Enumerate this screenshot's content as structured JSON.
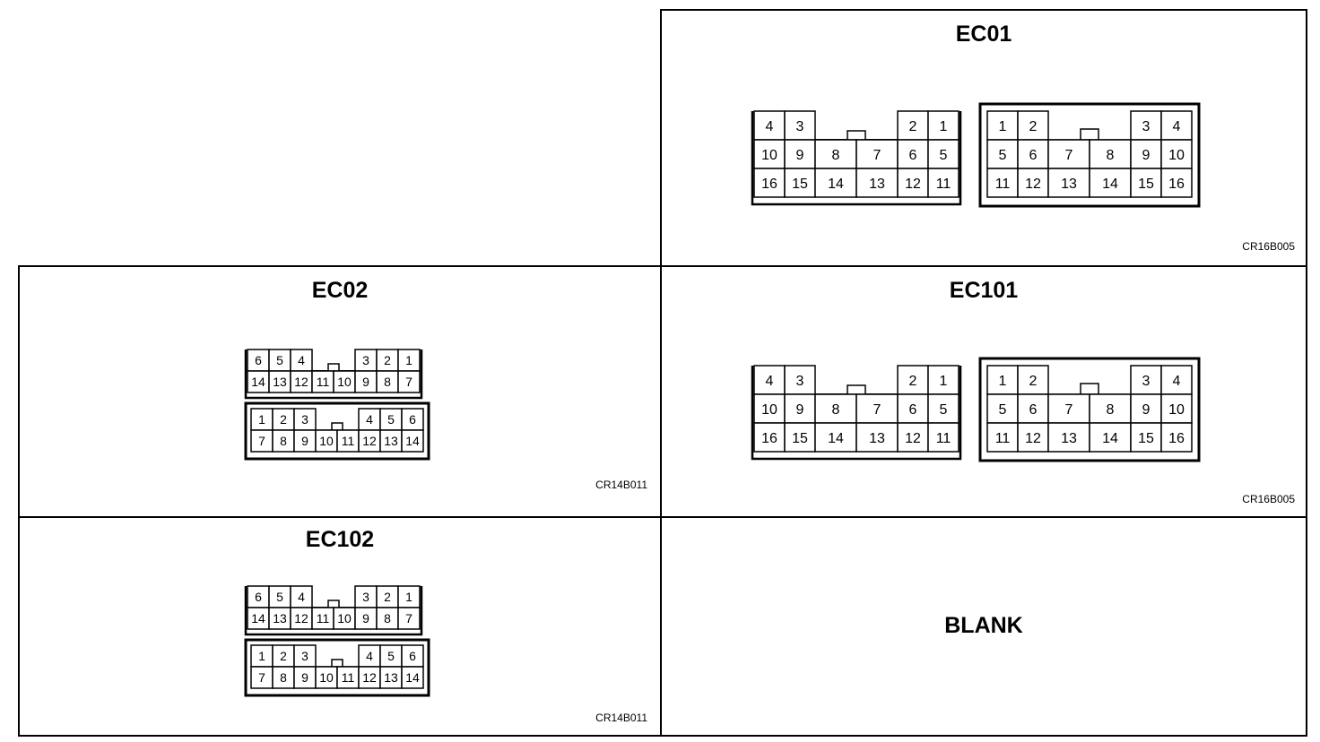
{
  "panels": {
    "ec01": {
      "title": "EC01",
      "code": "CR16B005"
    },
    "ec02": {
      "title": "EC02",
      "code": "CR14B011"
    },
    "ec101": {
      "title": "EC101",
      "code": "CR16B005"
    },
    "ec102": {
      "title": "EC102",
      "code": "CR14B011"
    },
    "blank": {
      "title": "BLANK"
    }
  },
  "connector16": {
    "male": [
      [
        "4",
        "3",
        "",
        "",
        "2",
        "1"
      ],
      [
        "10",
        "9",
        "8",
        "7",
        "6",
        "5"
      ],
      [
        "16",
        "15",
        "14",
        "13",
        "12",
        "11"
      ]
    ],
    "female": [
      [
        "1",
        "2",
        "",
        "",
        "3",
        "4"
      ],
      [
        "5",
        "6",
        "7",
        "8",
        "9",
        "10"
      ],
      [
        "11",
        "12",
        "13",
        "14",
        "15",
        "16"
      ]
    ]
  },
  "connector14": {
    "male": [
      [
        "6",
        "5",
        "4",
        "",
        "",
        "3",
        "2",
        "1"
      ],
      [
        "14",
        "13",
        "12",
        "11",
        "10",
        "9",
        "8",
        "7"
      ]
    ],
    "female": [
      [
        "1",
        "2",
        "3",
        "",
        "",
        "4",
        "5",
        "6"
      ],
      [
        "7",
        "8",
        "9",
        "10",
        "11",
        "12",
        "13",
        "14"
      ]
    ]
  }
}
